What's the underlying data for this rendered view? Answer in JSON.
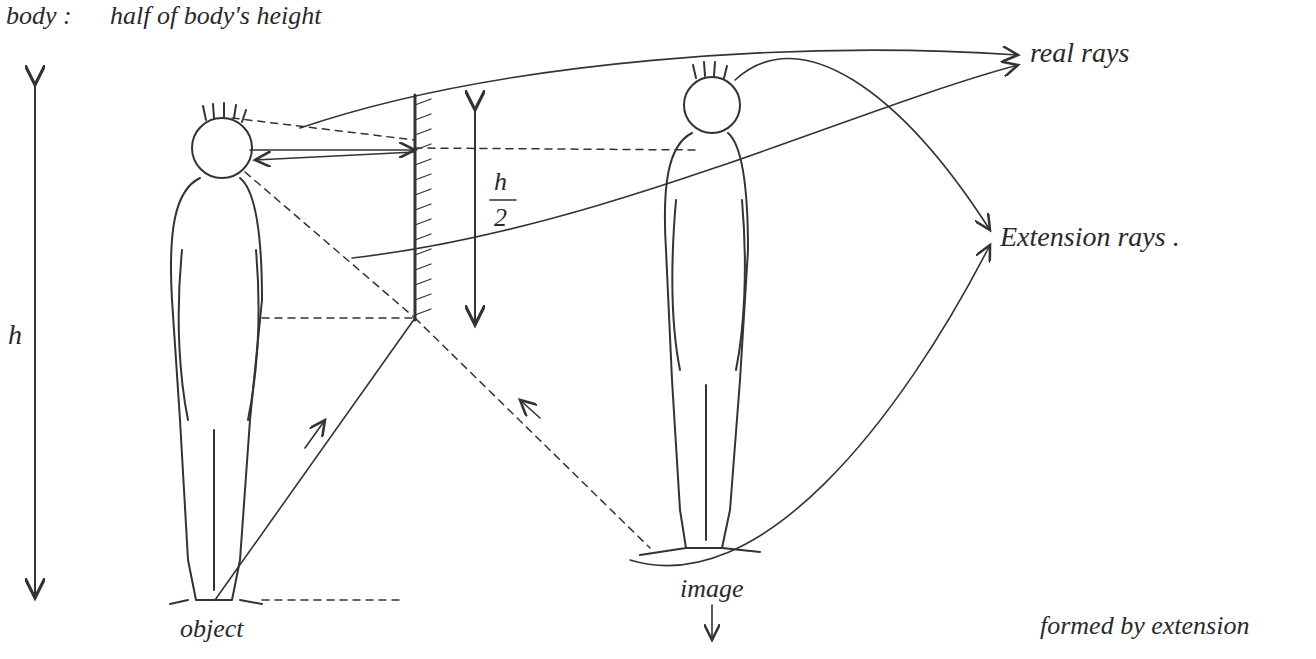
{
  "diagram": {
    "labels": [
      "body :",
      "half of body's height",
      "real rays",
      "Extension rays .",
      "h",
      "2",
      "h",
      "object",
      "image",
      "formed by extension"
    ]
  }
}
